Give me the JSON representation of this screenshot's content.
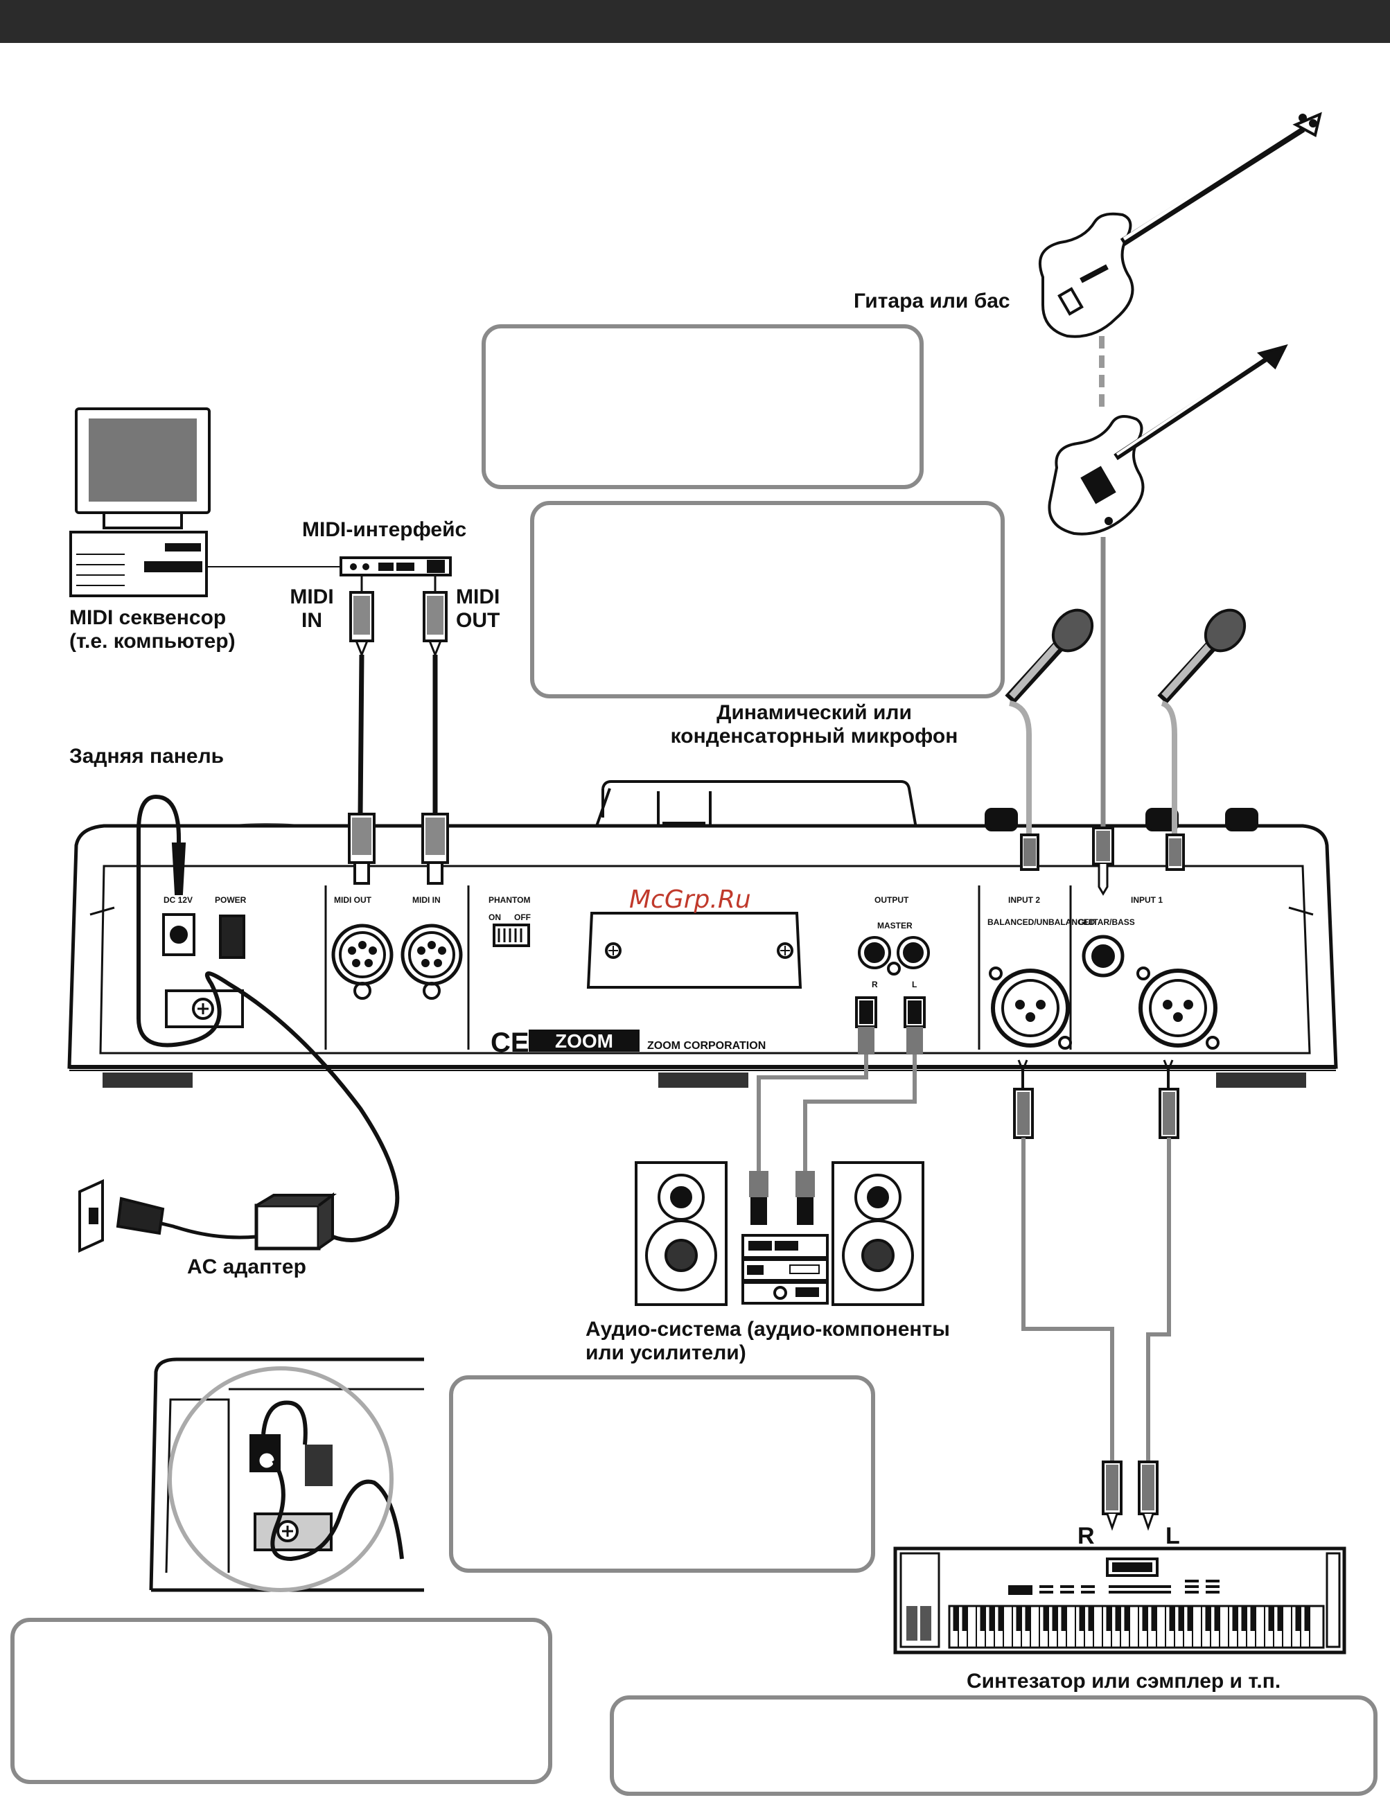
{
  "labels": {
    "guitar_or_bass": "Гитара или бас",
    "midi_interface": "MIDI-интерфейс",
    "midi_in": [
      "MIDI",
      "IN"
    ],
    "midi_out": [
      "MIDI",
      "OUT"
    ],
    "midi_sequencer": [
      "MIDI секвенсор",
      "(т.е. компьютер)"
    ],
    "dynamic_mic": [
      "Динамический или",
      "конденсаторный микрофон"
    ],
    "rear_panel": "Задняя панель",
    "ac_adapter": "AC адаптер",
    "audio_system": [
      "Аудио-система (аудио-компоненты",
      "или усилители)"
    ],
    "synth": "Синтезатор или сэмплер и т.п.",
    "synth_r": "R",
    "synth_l": "L"
  },
  "watermark": "McGrp.Ru",
  "device": {
    "brand": "ZOOM",
    "corp": "ZOOM CORPORATION",
    "jack_labels": {
      "dc": "DC 12V",
      "power": "POWER",
      "midi_out": "MIDI OUT",
      "midi_in": "MIDI IN",
      "phantom": "PHANTOM",
      "phantom_on": "ON",
      "phantom_off": "OFF",
      "output": "OUTPUT",
      "output_sub": "MASTER",
      "output_r": "R",
      "output_l": "L",
      "input2": "INPUT 2",
      "input1": "INPUT 1",
      "balanced": "BALANCED/UNBALANCED",
      "guitar_bass": "GUITAR/BASS"
    }
  },
  "colors": {
    "line": "#111111",
    "note_border": "#8a8a8a",
    "mic_cable": "#aaaaaa",
    "cable_gray": "#8a8a8a",
    "watermark": "#c0392b"
  }
}
